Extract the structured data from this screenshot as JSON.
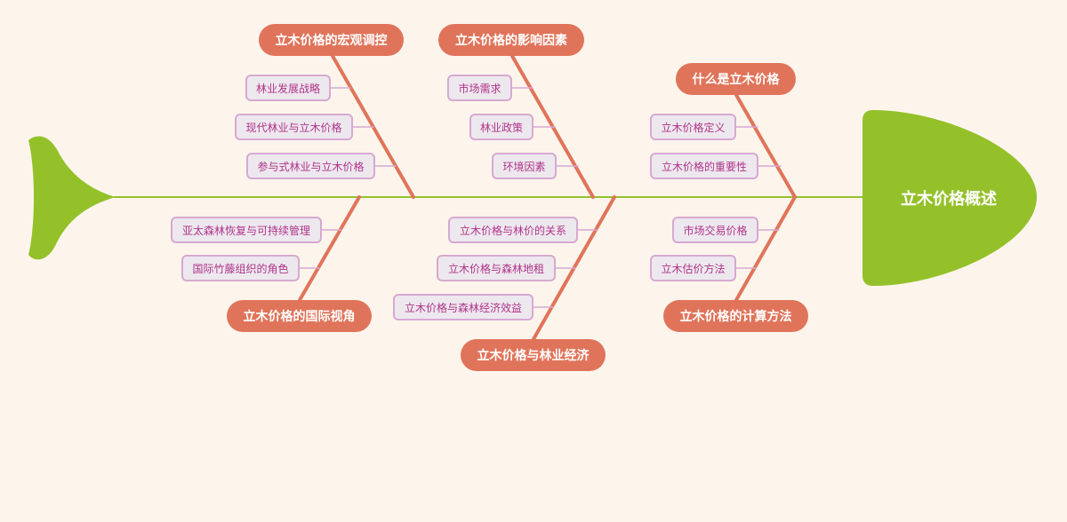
{
  "title": "立木价格概述",
  "colors": {
    "background": "#fdf5ec",
    "spine": "#94c12a",
    "branch_fill": "#e0745a",
    "leaf_fill": "#ede8ee",
    "leaf_border": "#d7a9d2",
    "leaf_text": "#b0338a"
  },
  "branches": [
    {
      "label": "立木价格的宏观调控",
      "items": [
        "林业发展战略",
        "现代林业与立木价格",
        "参与式林业与立木价格"
      ]
    },
    {
      "label": "立木价格的影响因素",
      "items": [
        "市场需求",
        "林业政策",
        "环境因素"
      ]
    },
    {
      "label": "什么是立木价格",
      "items": [
        "立木价格定义",
        "立木价格的重要性"
      ]
    },
    {
      "label": "立木价格的国际视角",
      "items": [
        "亚太森林恢复与可持续管理",
        "国际竹藤组织的角色"
      ]
    },
    {
      "label": "立木价格与林业经济",
      "items": [
        "立木价格与林价的关系",
        "立木价格与森林地租",
        "立木价格与森林经济效益"
      ]
    },
    {
      "label": "立木价格的计算方法",
      "items": [
        "市场交易价格",
        "立木估价方法"
      ]
    }
  ]
}
